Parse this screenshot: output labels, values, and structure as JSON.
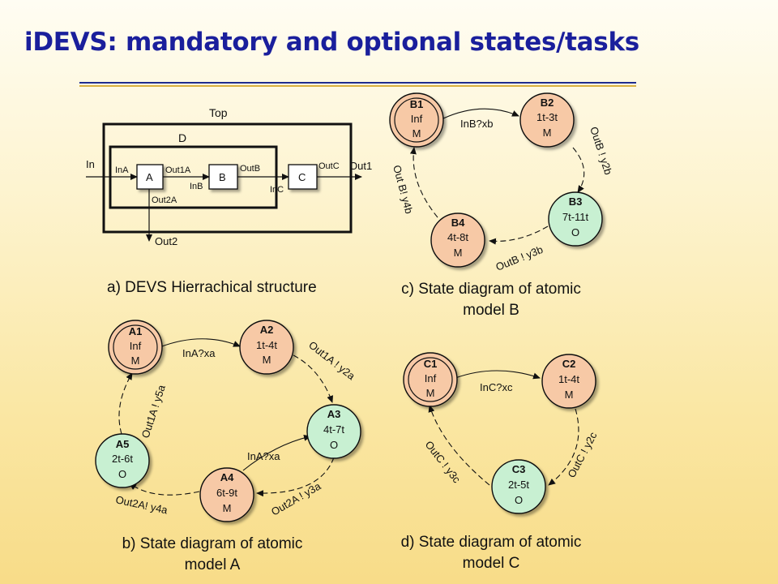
{
  "title": "iDEVS: mandatory and optional states/tasks",
  "colors": {
    "title": "#1a1f9c",
    "mandatory_fill": "#f7c9a6",
    "optional_fill": "#c8f0d2",
    "rule_blue": "#1f2c8f",
    "rule_gold": "#d9b040"
  },
  "structure": {
    "caption": "a) DEVS Hierrachical structure",
    "top_label": "Top",
    "d_label": "D",
    "blocks": {
      "a": "A",
      "b": "B",
      "c": "C"
    },
    "ports": {
      "in": "In",
      "ina": "InA",
      "out1a": "Out1A",
      "out2a": "Out2A",
      "inb": "InB",
      "outb": "OutB",
      "inc": "InC",
      "outc": "OutC",
      "out1": "Out1",
      "out2": "Out2"
    }
  },
  "model_a": {
    "caption": [
      "b) State diagram of atomic",
      "model A"
    ],
    "states": [
      {
        "name": "A1",
        "time": "Inf",
        "type": "M"
      },
      {
        "name": "A2",
        "time": "1t-4t",
        "type": "M"
      },
      {
        "name": "A3",
        "time": "4t-7t",
        "type": "O"
      },
      {
        "name": "A4",
        "time": "6t-9t",
        "type": "M"
      },
      {
        "name": "A5",
        "time": "2t-6t",
        "type": "O"
      }
    ],
    "transitions": [
      "InA?xa",
      "Out1A ! y2a",
      "Out2A ! y3a",
      "InA?xa",
      "Out2A! y4a",
      "Out1A ! y5a"
    ]
  },
  "model_b": {
    "caption": [
      "c) State diagram of atomic",
      "model B"
    ],
    "states": [
      {
        "name": "B1",
        "time": "Inf",
        "type": "M"
      },
      {
        "name": "B2",
        "time": "1t-3t",
        "type": "M"
      },
      {
        "name": "B3",
        "time": "7t-11t",
        "type": "O"
      },
      {
        "name": "B4",
        "time": "4t-8t",
        "type": "M"
      }
    ],
    "transitions": [
      "InB?xb",
      "OutB ! y2b",
      "OutB ! y3b",
      "Out B! y4b"
    ]
  },
  "model_c": {
    "caption": [
      "d) State diagram of atomic",
      "model C"
    ],
    "states": [
      {
        "name": "C1",
        "time": "Inf",
        "type": "M"
      },
      {
        "name": "C2",
        "time": "1t-4t",
        "type": "M"
      },
      {
        "name": "C3",
        "time": "2t-5t",
        "type": "O"
      }
    ],
    "transitions": [
      "InC?xc",
      "OutC ! y2c",
      "OutC ! y3c"
    ]
  }
}
